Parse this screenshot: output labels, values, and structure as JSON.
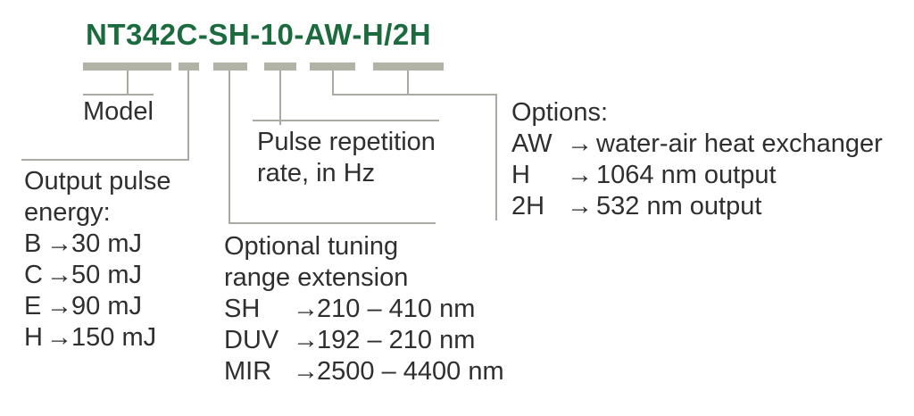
{
  "colors": {
    "title_green": "#1B6B3E",
    "bar_gray": "#B1B3A6",
    "line_gray": "#A9ABA2",
    "text": "#2F2F2F",
    "background": "#FFFFFF"
  },
  "glyphs": {
    "arrow_right": "→"
  },
  "title": "NT342C-SH-10-AW-H/2H",
  "model": {
    "label": "Model"
  },
  "energy": {
    "heading_line1": "Output pulse",
    "heading_line2": "energy:",
    "items": [
      {
        "code": "B",
        "value": "30 mJ"
      },
      {
        "code": "C",
        "value": "50 mJ"
      },
      {
        "code": "E",
        "value": "90 mJ"
      },
      {
        "code": "H",
        "value": "150 mJ"
      }
    ]
  },
  "repetition_rate": {
    "line1": "Pulse repetition",
    "line2": "rate, in Hz"
  },
  "tuning": {
    "heading_line1": "Optional tuning",
    "heading_line2": "range extension",
    "items": [
      {
        "code": "SH",
        "value": "210 – 410 nm"
      },
      {
        "code": "DUV",
        "value": "192 – 210 nm"
      },
      {
        "code": "MIR",
        "value": "2500 – 4400 nm"
      }
    ]
  },
  "options": {
    "heading": "Options:",
    "items": [
      {
        "code": "AW",
        "value": "water-air heat exchanger"
      },
      {
        "code": "H",
        "value": "1064 nm output"
      },
      {
        "code": "2H",
        "value": "532 nm output"
      }
    ]
  }
}
